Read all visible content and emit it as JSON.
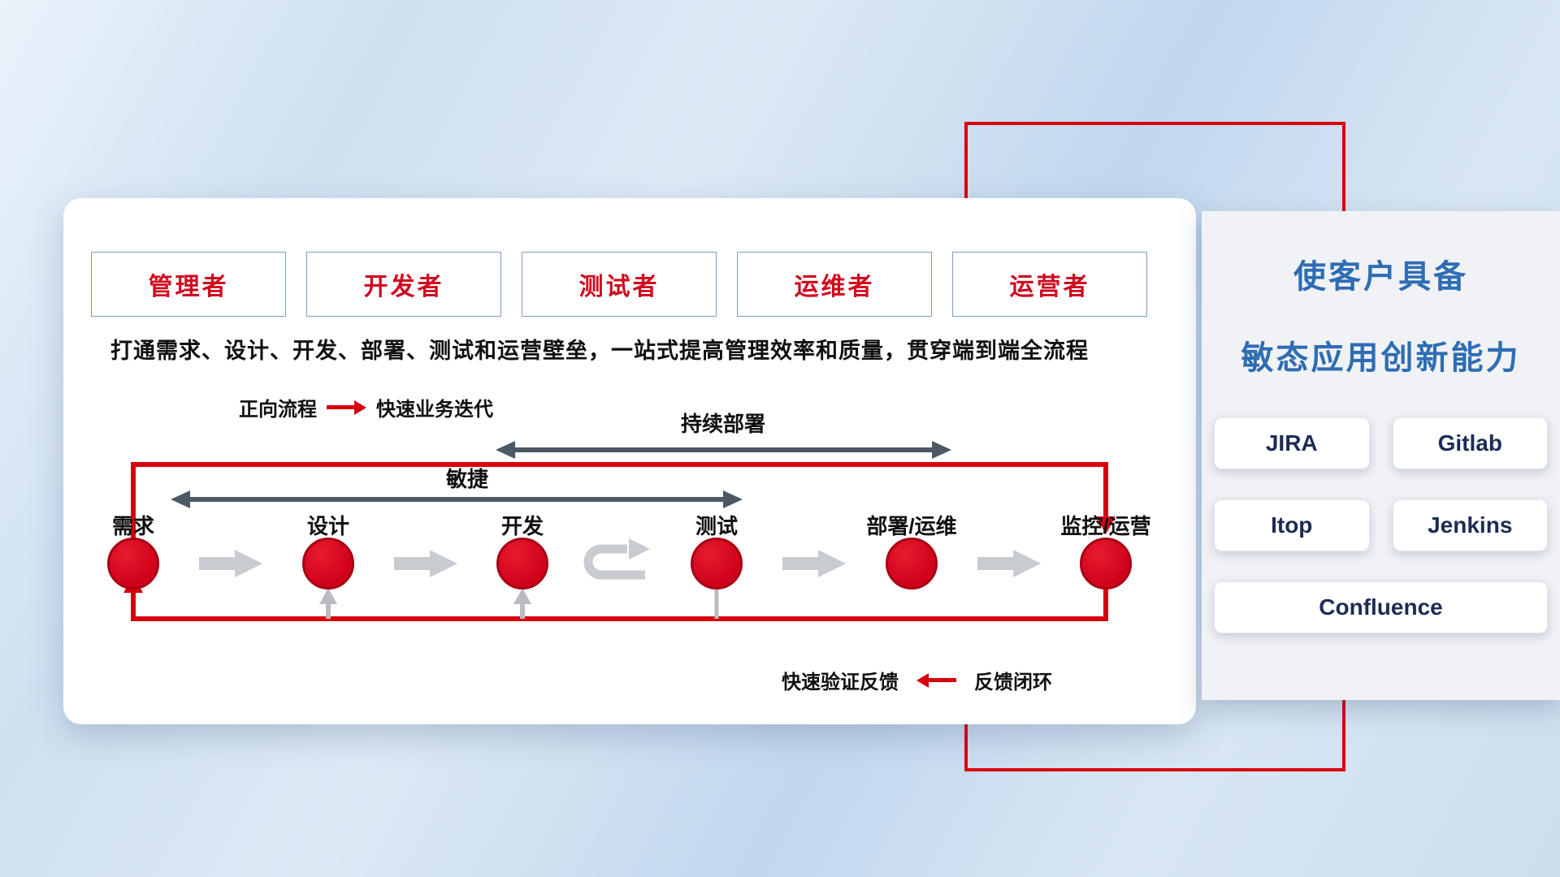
{
  "colors": {
    "accent_red": "#d8000f",
    "title_blue": "#2e6db4",
    "role_text_red": "#cf0a1f",
    "gray_arrow": "#4d5866",
    "light_arrow": "#c8ccd1"
  },
  "card": {
    "roles": [
      "管理者",
      "开发者",
      "测试者",
      "运维者",
      "运营者"
    ],
    "subtitle": "打通需求、设计、开发、部署、测试和运营壁垒，一站式提高管理效率和质量，贯穿端到端全流程",
    "forward_legend": {
      "label": "正向流程",
      "desc": "快速业务迭代"
    },
    "deploy_arrow_label": "持续部署",
    "agile_arrow_label": "敏捷",
    "steps": [
      "需求",
      "设计",
      "开发",
      "测试",
      "部署/运维",
      "监控/运营"
    ],
    "feedback_legend": {
      "label": "快速验证反馈",
      "desc": "反馈闭环"
    }
  },
  "panel": {
    "title_line1": "使客户具备",
    "title_line2": "敏态应用创新能力",
    "tools": [
      "JIRA",
      "Gitlab",
      "Itop",
      "Jenkins",
      "Confluence"
    ]
  }
}
